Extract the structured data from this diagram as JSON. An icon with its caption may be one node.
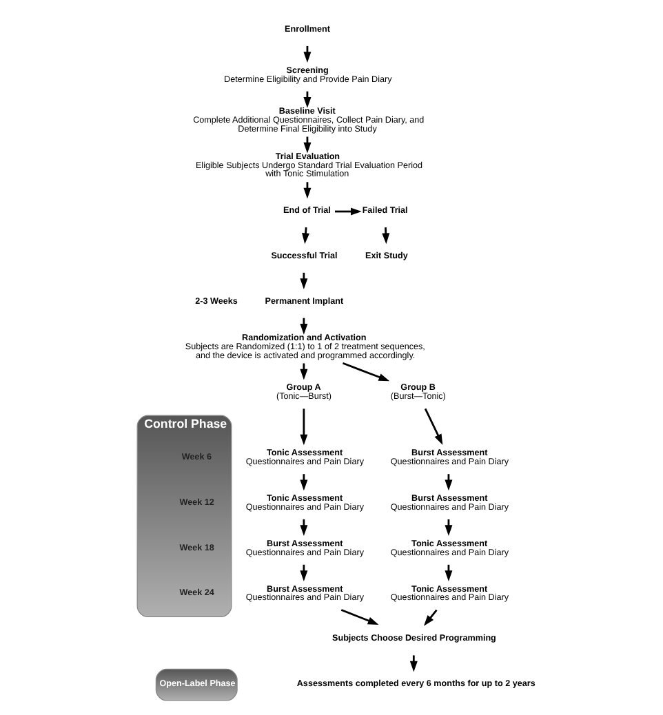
{
  "diagram": {
    "nodes": [
      {
        "text": [
          "Enrollment"
        ]
      },
      {
        "text": [
          "Screening",
          "Determine Eligibility and Provide Pain Diary"
        ]
      },
      {
        "text": [
          "Baseline Visit",
          "Complete Additional Questionnaires, Collect Pain Diary, and Determine Final Eligibility into Study"
        ]
      },
      {
        "text": [
          "Trial Evaluation",
          "Eligible Subjects Undergo Standard Trial Evaluation Period with Tonic Stimulation"
        ]
      },
      {
        "text": [
          "End of Trial"
        ]
      },
      {
        "text": [
          "Failed Trial"
        ]
      },
      {
        "text": [
          "Exit Study"
        ]
      },
      {
        "text": [
          "Successful Trial"
        ]
      },
      {
        "text": [
          "Permanent Implant"
        ]
      },
      {
        "text": [
          "Randomization and Activation",
          "Subjects are Randomized (1:1) to 1 of 2 treatment sequences, and the device is activated and programmed accordingly."
        ]
      },
      {
        "text": [
          "Group A",
          "(Tonic—Burst)"
        ]
      },
      {
        "text": [
          "Group B",
          "(Burst—Tonic)"
        ]
      },
      {
        "text": [
          "Tonic Assessment",
          "Questionnaires and Pain Diary"
        ]
      },
      {
        "text": [
          "Burst Assessment",
          "Questionnaires and Pain Diary"
        ]
      },
      {
        "text": [
          "Tonic Assessment",
          "Questionnaires and Pain Diary"
        ]
      },
      {
        "text": [
          "Burst Assessment",
          "Questionnaires and Pain Diary"
        ]
      },
      {
        "text": [
          "Burst Assessment",
          "Questionnaires and Pain Diary"
        ]
      },
      {
        "text": [
          "Tonic Assessment",
          "Questionnaires and Pain Diary"
        ]
      },
      {
        "text": [
          "Burst Assessment",
          "Questionnaires and Pain Diary"
        ]
      },
      {
        "text": [
          "Tonic Assessment",
          "Questionnaires and Pain Diary"
        ]
      },
      {
        "text": [
          "Subjects Choose Desired Programming"
        ]
      },
      {
        "text": [
          "Assessments completed every 6 months for up to 2 years"
        ]
      },
      {
        "text": [
          "Control Phase"
        ]
      },
      {
        "text": [
          "Week 6"
        ],
        "in": 22
      },
      {
        "text": [
          "Week 12"
        ],
        "in": 22
      },
      {
        "text": [
          "Week 18"
        ],
        "in": 22
      },
      {
        "text": [
          "Week 24"
        ],
        "in": 22
      },
      {
        "text": [
          "Open-Label Phase"
        ]
      }
    ],
    "edges": [
      {
        "from": 0,
        "to": 1,
        "arrow": "to"
      },
      {
        "from": 1,
        "to": 2,
        "arrow": "to"
      },
      {
        "from": 2,
        "to": 3,
        "arrow": "to"
      },
      {
        "from": 3,
        "to": 4,
        "arrow": "to"
      },
      {
        "from": 4,
        "to": 5,
        "arrow": "to"
      },
      {
        "from": 5,
        "to": 6,
        "arrow": "to"
      },
      {
        "from": 4,
        "to": 7,
        "arrow": "to"
      },
      {
        "from": 7,
        "to": 8,
        "arrow": "to"
      },
      {
        "from": 8,
        "to": 9,
        "arrow": "to"
      },
      {
        "from": 9,
        "to": 10,
        "arrow": "to"
      },
      {
        "from": 9,
        "to": 11,
        "arrow": "to"
      },
      {
        "from": 10,
        "to": 12,
        "arrow": "to"
      },
      {
        "from": 12,
        "to": 14,
        "arrow": "to"
      },
      {
        "from": 14,
        "to": 16,
        "arrow": "to"
      },
      {
        "from": 16,
        "to": 18,
        "arrow": "to"
      },
      {
        "from": 11,
        "to": 13,
        "arrow": "to"
      },
      {
        "from": 13,
        "to": 15,
        "arrow": "to"
      },
      {
        "from": 15,
        "to": 17,
        "arrow": "to"
      },
      {
        "from": 17,
        "to": 19,
        "arrow": "to"
      },
      {
        "from": 18,
        "to": 20,
        "arrow": "to"
      },
      {
        "from": 19,
        "to": 20,
        "arrow": "to"
      },
      {
        "from": 20,
        "to": 21,
        "arrow": "to"
      }
    ],
    "labels": [
      "2-3 Weeks"
    ]
  }
}
